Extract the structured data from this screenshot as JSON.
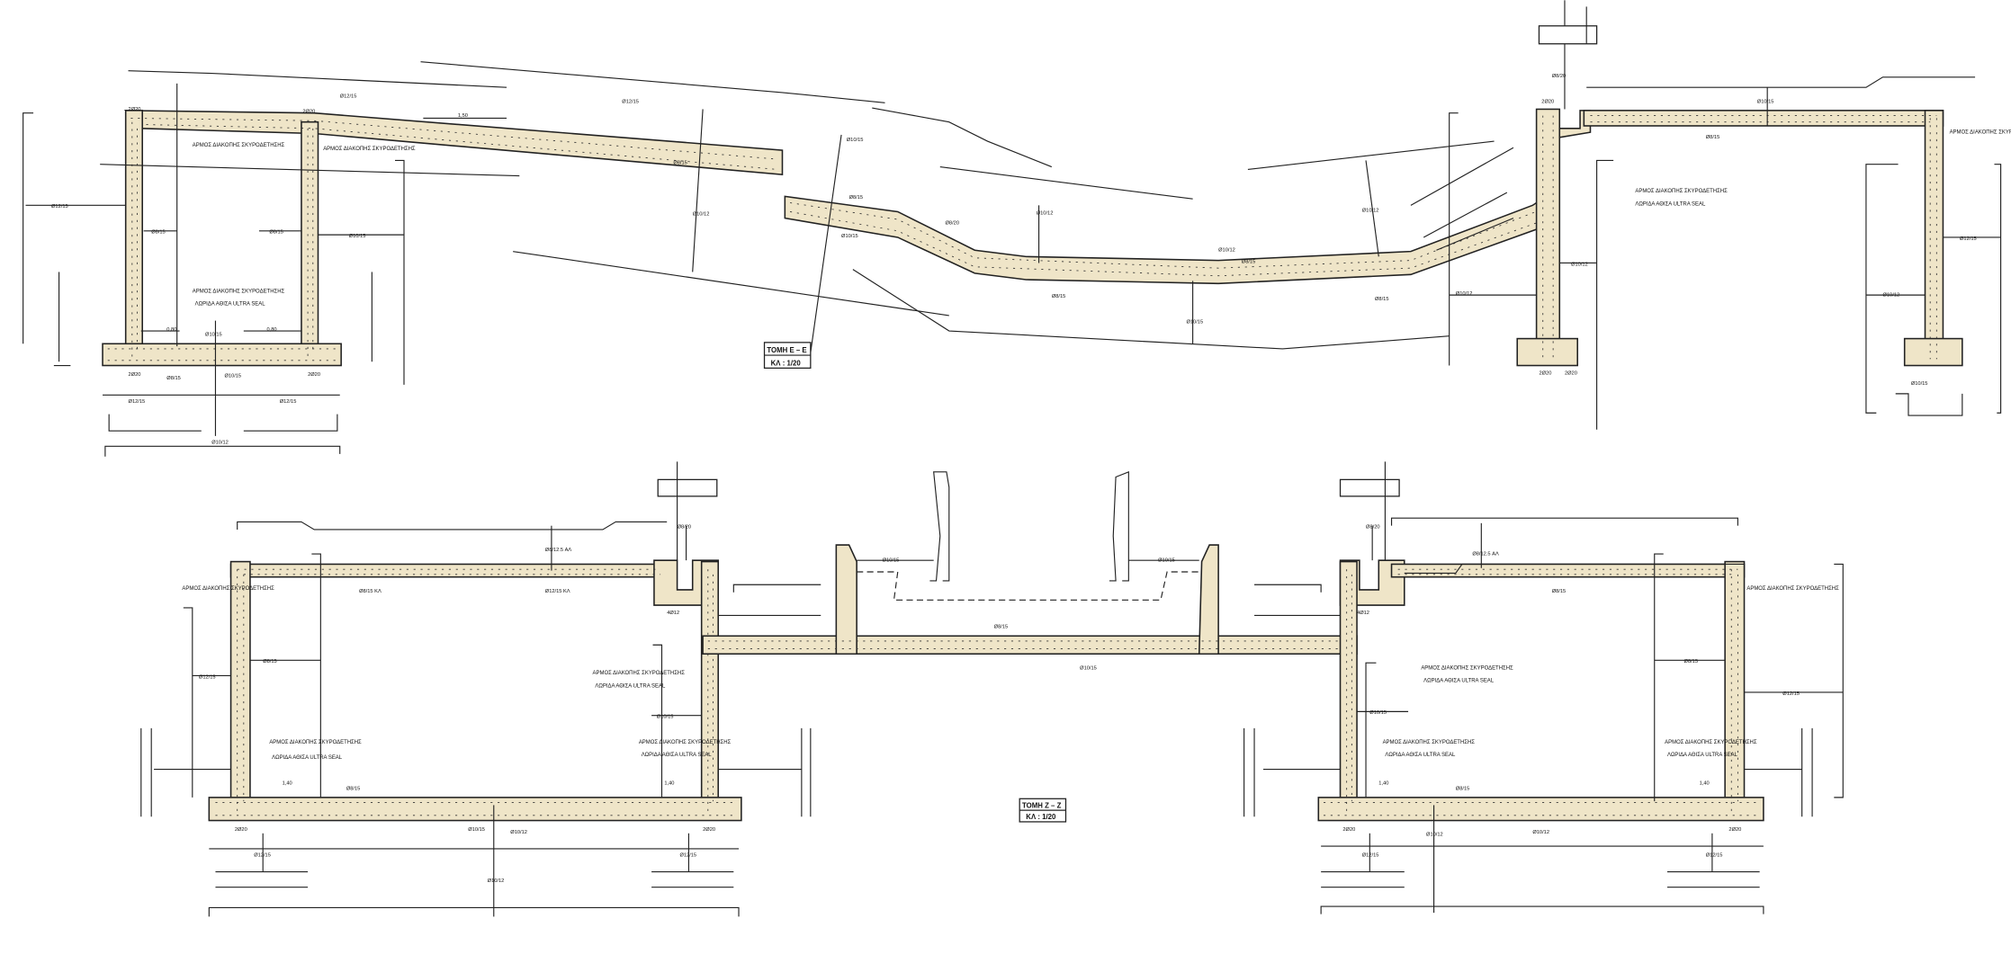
{
  "sections": [
    {
      "title": "ΤΟΜΗ Ε – Ε",
      "scale": "ΚΛ : 1/20"
    },
    {
      "title": "ΤΟΜΗ Ζ – Ζ",
      "scale": "ΚΛ : 1/20"
    }
  ],
  "notes": {
    "joint": "ΑΡΜΟΣ ΔΙΑΚΟΠΗΣ ΣΚΥΡΟΔΕΤΗΣΗΣ",
    "seal": "ΛΩΡΙΔΑ ΑΘΙΣΑ ULTRA SEAL"
  },
  "rebar_labels": {
    "a": "Ø8/12.5 ΑΛ",
    "b": "Ø8/15 ΚΛ",
    "c": "Ø10/15",
    "d": "Ø12/15",
    "e": "Ø8/15",
    "f": "Ø10/12",
    "g": "2Ø20",
    "h": "4Ø12",
    "i": "Ø12/15 ΚΛ",
    "j": "Ø8/20"
  },
  "dimensions": {
    "d1": "0,80",
    "d2": "1,50",
    "d3": "1,40"
  }
}
